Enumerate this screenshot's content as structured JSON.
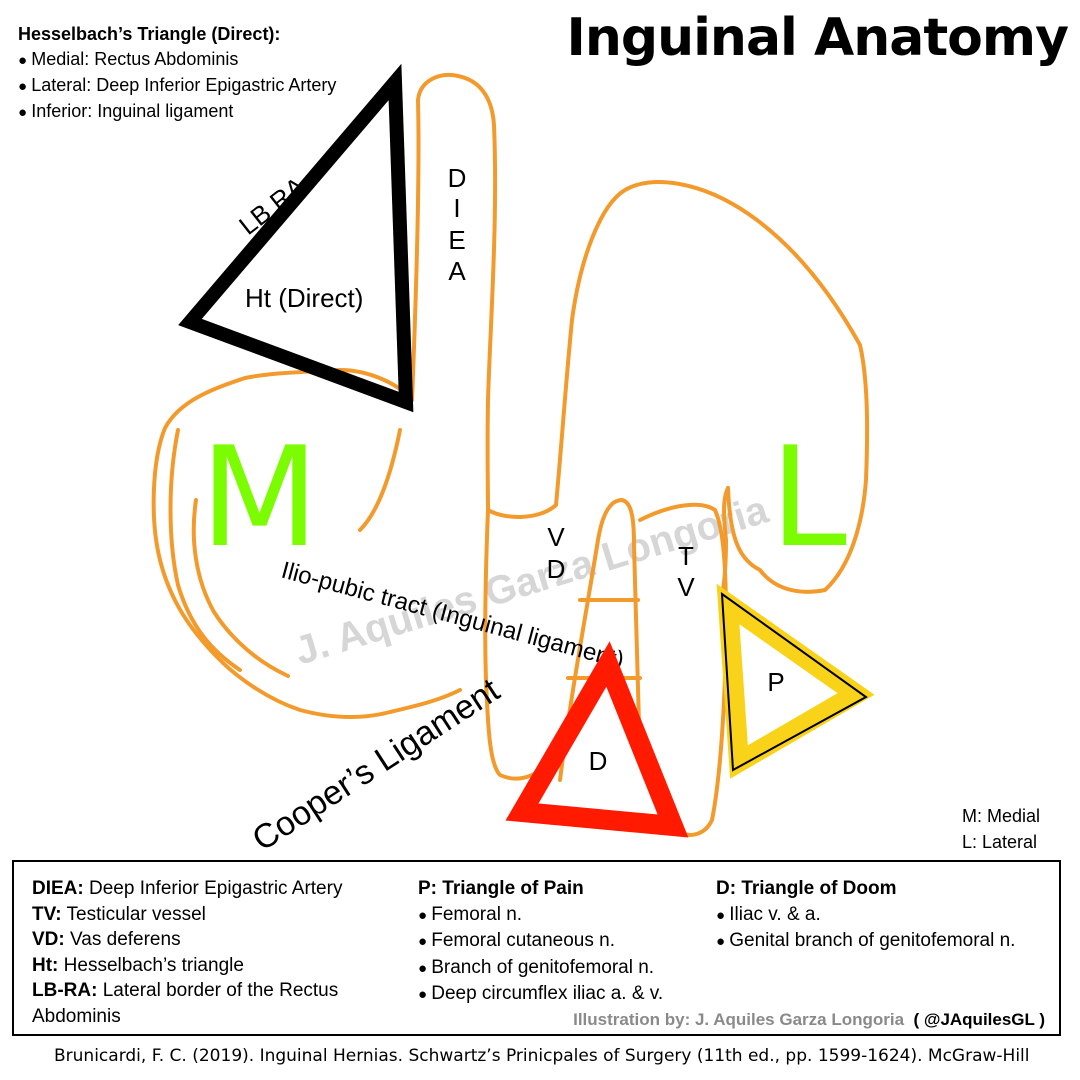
{
  "title": "Inguinal Anatomy",
  "hesselbach": {
    "heading": "Hesselbach’s Triangle (Direct):",
    "items": [
      "Medial: Rectus Abdominis",
      "Lateral: Deep Inferior Epigastric Artery",
      "Inferior: Inguinal ligament"
    ]
  },
  "diagram": {
    "lbra": "LB RA",
    "ht": "Ht (Direct)",
    "diea_letters": [
      "D",
      "I",
      "E",
      "A"
    ],
    "medial": "M",
    "lateral": "L",
    "vd_letters": [
      "V",
      "D"
    ],
    "tv_letters": [
      "T",
      "V"
    ],
    "iliopubic": "Ilio-pubic tract (Inguinal ligament)",
    "coopers": "Cooper’s Ligament",
    "pain": "P",
    "doom": "D",
    "watermark": "J. Aquiles Garza Longoria",
    "colors": {
      "outline": "#F39A2C",
      "green": "#7CFC00",
      "red": "#FF1A00",
      "yellow": "#F9D21A"
    }
  },
  "ml_legend": [
    "M: Medial",
    "L: Lateral"
  ],
  "legend": {
    "col1": [
      {
        "term": "DIEA:",
        "def": "Deep Inferior Epigastric Artery"
      },
      {
        "term": "TV:",
        "def": "Testicular vessel"
      },
      {
        "term": "VD:",
        "def": "Vas deferens"
      },
      {
        "term": "Ht:",
        "def": "Hesselbach’s triangle"
      },
      {
        "term": "LB-RA:",
        "def": "Lateral border of the Rectus Abdominis"
      }
    ],
    "col2_title": "P: Triangle of Pain",
    "col2_items": [
      "Femoral n.",
      "Femoral cutaneous n.",
      "Branch of genitofemoral n.",
      "Deep circumflex iliac a. & v."
    ],
    "col3_title": "D: Triangle of Doom",
    "col3_items": [
      "Iliac v. & a.",
      "Genital branch of genitofemoral n."
    ],
    "credit": "Illustration by: J. Aquiles Garza Longoria",
    "handle": "( @JAquilesGL )"
  },
  "citation": "Brunicardi, F. C. (2019). Inguinal Hernias. Schwartz’s Prinicpales of Surgery (11th ed., pp. 1599-1624). McGraw-Hill"
}
